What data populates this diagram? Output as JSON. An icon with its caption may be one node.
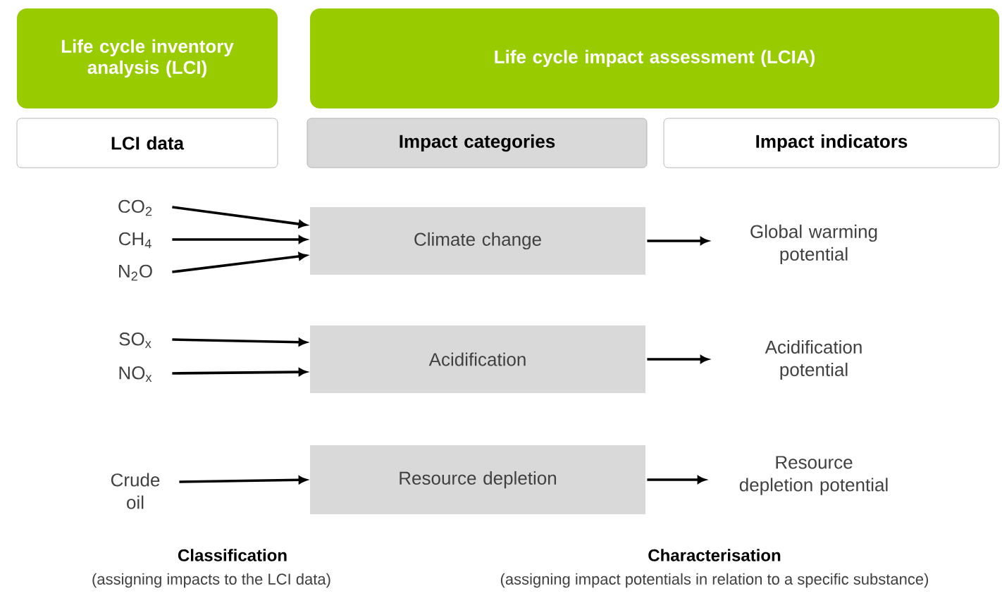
{
  "diagram": {
    "nodes": [
      {
        "text": [
          "Life cycle inventory analysis (LCI)"
        ]
      },
      {
        "text": [
          "Life cycle impact assessment (LCIA)"
        ]
      },
      {
        "text": [
          "LCI data"
        ]
      },
      {
        "text": [
          "Impact categories"
        ]
      },
      {
        "text": [
          "Impact indicators"
        ]
      },
      {
        "text": [
          "CO$_{2}$"
        ]
      },
      {
        "text": [
          "CH$_{4}$"
        ]
      },
      {
        "text": [
          "N$_{2}$O"
        ]
      },
      {
        "text": [
          "Climate change"
        ]
      },
      {
        "text": [
          "Global warming potential"
        ]
      },
      {
        "text": [
          "SO$_{x}$"
        ]
      },
      {
        "text": [
          "NO$_{x}$"
        ]
      },
      {
        "text": [
          "Acidification"
        ]
      },
      {
        "text": [
          "Acidification potential"
        ]
      },
      {
        "text": [
          "Crude oil"
        ]
      },
      {
        "text": [
          "Resource depletion"
        ]
      },
      {
        "text": [
          "Resource depletion potential"
        ]
      }
    ],
    "edges": [
      {
        "from": 5,
        "to": 8,
        "arrow": "to"
      },
      {
        "from": 6,
        "to": 8,
        "arrow": "to"
      },
      {
        "from": 7,
        "to": 8,
        "arrow": "to"
      },
      {
        "from": 8,
        "to": 9,
        "arrow": "to"
      },
      {
        "from": 10,
        "to": 12,
        "arrow": "to"
      },
      {
        "from": 11,
        "to": 12,
        "arrow": "to"
      },
      {
        "from": 12,
        "to": 13,
        "arrow": "to"
      },
      {
        "from": 14,
        "to": 15,
        "arrow": "to"
      },
      {
        "from": 15,
        "to": 16,
        "arrow": "to"
      }
    ],
    "labels": [
      "Classification",
      "(assigning impacts to the LCI data)",
      "Characterisation",
      "(assigning impact potentials in relation to a specific substance)"
    ]
  }
}
